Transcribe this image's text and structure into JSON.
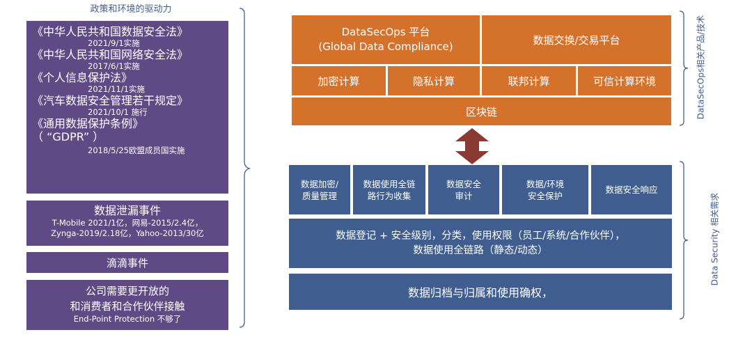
{
  "left": {
    "heading": "政策和环境的驱动力",
    "laws": [
      {
        "title": "《中华人民共和国数据安全法》",
        "date": "2021/9/1实施"
      },
      {
        "title": "《中华人民共和国网络安全法》",
        "date": "2017/6/1实施"
      },
      {
        "title": "《个人信息保护法》",
        "date": "2021/11/1实施"
      },
      {
        "title": "《汽车数据安全管理若干规定》",
        "date": "2021/10/1 施行"
      },
      {
        "title_line1": "《通用数据保护条例》",
        "title_line2": "（ “GDPR” ）",
        "date": "2018/5/25欧盟成员国实施"
      }
    ],
    "breach": {
      "title": "数据泄漏事件",
      "line1": "T-Mobile 2021/1亿，网易-2015/2.4亿，",
      "line2": "Zynga-2019/2.18亿，Yahoo-2013/30亿"
    },
    "didi": "滴滴事件",
    "company": {
      "line1": "公司需要更开放的",
      "line2": "和消费者和合作伙伴接触",
      "line3": "End-Point Protection 不够了"
    }
  },
  "top": {
    "platform1_line1": "DataSecOps 平台",
    "platform1_line2": "(Global Data Compliance)",
    "platform2": "数据交换/交易平台",
    "tech": [
      "加密计算",
      "隐私计算",
      "联邦计算",
      "可信计算环境"
    ],
    "blockchain": "区块链",
    "side_label": "DataSecOps相关产品/技术"
  },
  "bottom": {
    "boxes": [
      {
        "line1": "数据加密/",
        "line2": "质量管理"
      },
      {
        "line1": "数据使用全链",
        "line2": "路行为收集"
      },
      {
        "line1": "数据安全",
        "line2": "审计"
      },
      {
        "line1": "数据/环境",
        "line2": "安全保护"
      },
      {
        "line1": "数据安全响应",
        "line2": ""
      }
    ],
    "register_line1": "数据登记 + 安全级别，分类，使用权限（员工/系统/合作伙伴），",
    "register_line2": "数据使用全链路（静态/动态）",
    "archive": "数据归档与归属和使用确权，",
    "side_label": "Data Security 相关需求"
  },
  "colors": {
    "purple": "#5f4a85",
    "orange": "#d4722c",
    "blue": "#3f5e8f",
    "arrow": "#8b3a33"
  }
}
